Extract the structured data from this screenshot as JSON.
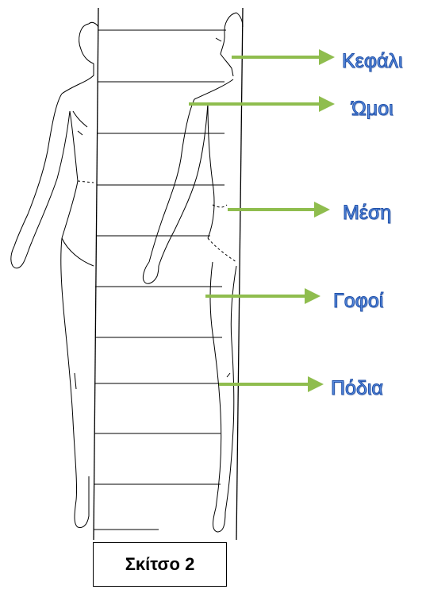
{
  "labels": {
    "head": "Κεφάλι",
    "shoulders": "Ώμοι",
    "waist": "Μέση",
    "hips": "Γοφοί",
    "feet": "Πόδια"
  },
  "caption": "Σκίτσο 2",
  "colors": {
    "arrow": "#8fbd4e",
    "label_fill": "#5b8ee0",
    "label_outline": "#1f4fa8",
    "lines": "#000000"
  }
}
